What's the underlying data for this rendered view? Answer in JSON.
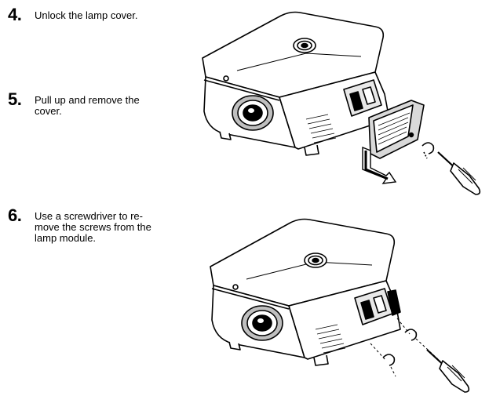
{
  "steps": [
    {
      "number": "4.",
      "text": "Unlock the lamp cover."
    },
    {
      "number": "5.",
      "text": "Pull up and remove the cover."
    },
    {
      "number": "6.",
      "text": "Use a screwdriver to remove the screws from the lamp module."
    }
  ],
  "step_text_lines": {
    "step5": [
      "Pull up and remove the",
      "cover."
    ],
    "step6": [
      "Use a screwdriver to re-",
      "move the screws from the",
      "lamp module."
    ]
  },
  "icons": {
    "figure1": [
      "projector-illustration",
      "lamp-cover-icon",
      "screw-icon",
      "screwdriver-icon",
      "removal-arrow-icon"
    ],
    "figure2": [
      "projector-illustration",
      "screw-icon",
      "screwdriver-icon"
    ]
  },
  "colors": {
    "ink": "#000000",
    "background": "#ffffff",
    "shade": "#bfbfbf"
  }
}
